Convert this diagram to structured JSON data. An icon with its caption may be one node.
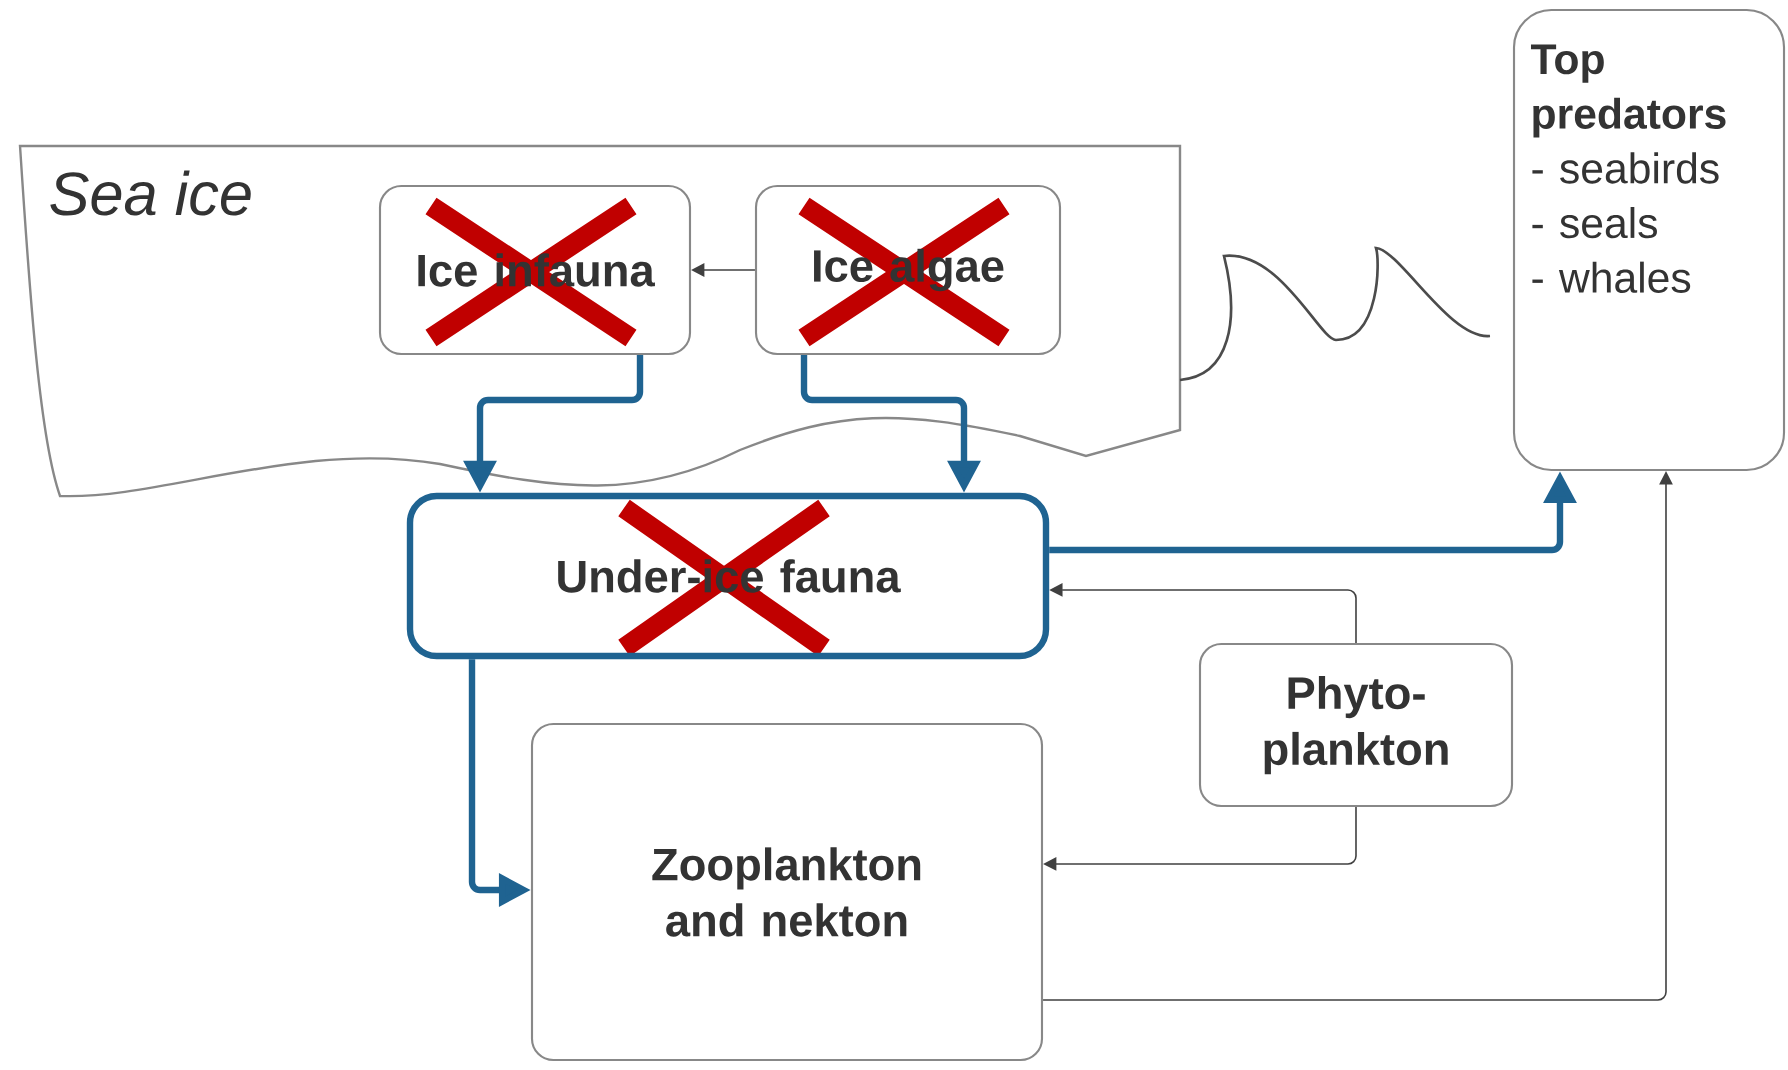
{
  "diagram": {
    "nodes": [
      {
        "text": [
          "Sea ice"
        ]
      },
      {
        "text": [
          "Ice infauna"
        ],
        "in": 0
      },
      {
        "text": [
          "Ice algae"
        ],
        "in": 0
      },
      {
        "text": [
          "Under-ice fauna"
        ]
      },
      {
        "text": [
          "Top predators",
          "- seabirds",
          "- seals",
          "- whales"
        ]
      },
      {
        "text": [
          "Phyto-plankton"
        ]
      },
      {
        "text": [
          "Zooplankton and nekton"
        ]
      }
    ],
    "edges": [
      {
        "from": 2,
        "to": 1,
        "arrow": "to"
      },
      {
        "from": 1,
        "to": 3,
        "arrow": "to",
        "style": "thick",
        "color": "#1f6391"
      },
      {
        "from": 2,
        "to": 3,
        "arrow": "to",
        "style": "thick",
        "color": "#1f6391"
      },
      {
        "from": 3,
        "to": 4,
        "arrow": "to",
        "style": "thick",
        "color": "#1f6391"
      },
      {
        "from": 5,
        "to": 3,
        "arrow": "to"
      },
      {
        "from": 5,
        "to": 6,
        "arrow": "to"
      },
      {
        "from": 3,
        "to": 6,
        "arrow": "to",
        "style": "thick",
        "color": "#1f6391"
      },
      {
        "from": 6,
        "to": 4,
        "arrow": "to"
      }
    ]
  }
}
